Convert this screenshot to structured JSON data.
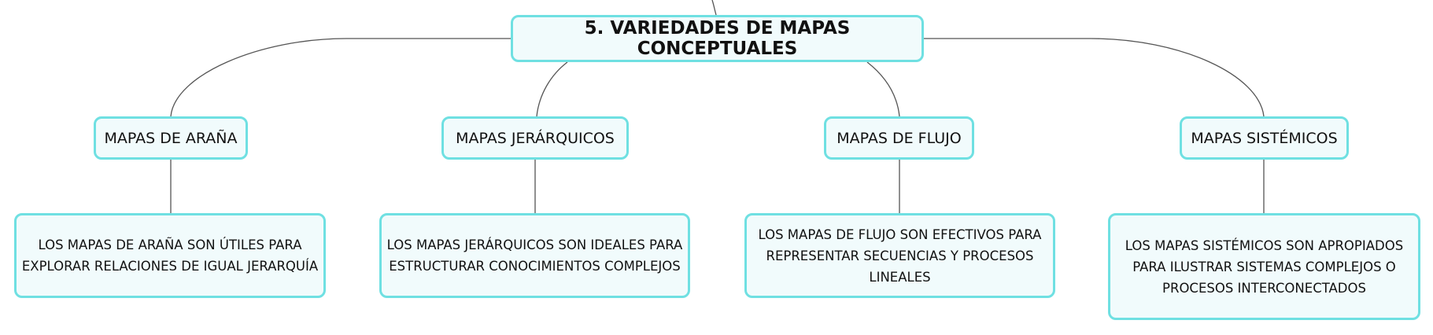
{
  "diagram": {
    "root": {
      "label": "5. VARIEDADES DE MAPAS CONCEPTUALES"
    },
    "branches": [
      {
        "label": "MAPAS DE ARAÑA",
        "description": "LOS MAPAS DE ARAÑA SON ÚTILES PARA EXPLORAR RELACIONES DE IGUAL JERARQUÍA"
      },
      {
        "label": "MAPAS JERÁRQUICOS",
        "description": "LOS MAPAS JERÁRQUICOS SON IDEALES PARA ESTRUCTURAR CONOCIMIENTOS COMPLEJOS"
      },
      {
        "label": "MAPAS DE FLUJO",
        "description": "LOS MAPAS DE FLUJO SON EFECTIVOS PARA REPRESENTAR SECUENCIAS Y PROCESOS LINEALES"
      },
      {
        "label": "MAPAS SISTÉMICOS",
        "description": "LOS MAPAS SISTÉMICOS SON APROPIADOS PARA ILUSTRAR SISTEMAS COMPLEJOS O PROCESOS INTERCONECTADOS"
      }
    ],
    "colors": {
      "node_border": "#6fe0e2",
      "node_fill": "#f1fbfc",
      "connector": "#555555",
      "text": "#111111"
    }
  }
}
